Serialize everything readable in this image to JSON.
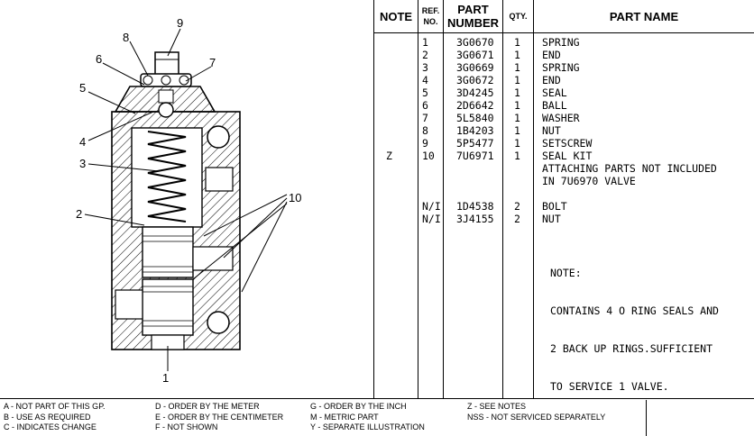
{
  "headers": {
    "note": "NOTE",
    "ref_line1": "REF.",
    "ref_line2": "NO.",
    "part_line1": "PART",
    "part_line2": "NUMBER",
    "qty": "QTY.",
    "name": "PART NAME"
  },
  "rows": [
    {
      "note": "",
      "ref": "1",
      "part": "3G0670",
      "qty": "1",
      "name": "SPRING"
    },
    {
      "note": "",
      "ref": "2",
      "part": "3G0671",
      "qty": "1",
      "name": "END"
    },
    {
      "note": "",
      "ref": "3",
      "part": "3G0669",
      "qty": "1",
      "name": "SPRING"
    },
    {
      "note": "",
      "ref": "4",
      "part": "3G0672",
      "qty": "1",
      "name": "END"
    },
    {
      "note": "",
      "ref": "5",
      "part": "3D4245",
      "qty": "1",
      "name": "SEAL"
    },
    {
      "note": "",
      "ref": "6",
      "part": "2D6642",
      "qty": "1",
      "name": "BALL"
    },
    {
      "note": "",
      "ref": "7",
      "part": "5L5840",
      "qty": "1",
      "name": "WASHER"
    },
    {
      "note": "",
      "ref": "8",
      "part": "1B4203",
      "qty": "1",
      "name": "NUT"
    },
    {
      "note": "",
      "ref": "9",
      "part": "5P5477",
      "qty": "1",
      "name": "SETSCREW"
    },
    {
      "note": "Z",
      "ref": "10",
      "part": "7U6971",
      "qty": "1",
      "name": "SEAL KIT"
    },
    {
      "note": "",
      "ref": "",
      "part": "",
      "qty": "",
      "name": "ATTACHING PARTS NOT INCLUDED"
    },
    {
      "note": "",
      "ref": "",
      "part": "",
      "qty": "",
      "name": "IN 7U6970 VALVE"
    },
    {
      "note": "",
      "ref": "",
      "part": "",
      "qty": "",
      "name": ""
    },
    {
      "note": "",
      "ref": "N/I",
      "part": "1D4538",
      "qty": "2",
      "name": "BOLT"
    },
    {
      "note": "",
      "ref": "N/I",
      "part": "3J4155",
      "qty": "2",
      "name": "NUT"
    }
  ],
  "note_text": {
    "line1": "NOTE:",
    "line2": "CONTAINS 4 O RING SEALS AND",
    "line3": "2 BACK UP RINGS.SUFFICIENT",
    "line4": "TO SERVICE 1 VALVE."
  },
  "illustration": {
    "labels": [
      "9",
      "8",
      "6",
      "7",
      "5",
      "4",
      "3",
      "2",
      "10",
      "1"
    ]
  },
  "legend": {
    "col1": [
      "A - NOT PART OF THIS GP.",
      "B - USE AS REQUIRED",
      "C - INDICATES CHANGE"
    ],
    "col2": [
      "D - ORDER BY THE METER",
      "E - ORDER BY THE CENTIMETER",
      "F - NOT SHOWN"
    ],
    "col3": [
      "G - ORDER BY THE INCH",
      "M - METRIC PART",
      "Y - SEPARATE ILLUSTRATION"
    ],
    "col4": [
      "Z - SEE NOTES",
      "NSS - NOT SERVICED SEPARATELY"
    ]
  }
}
